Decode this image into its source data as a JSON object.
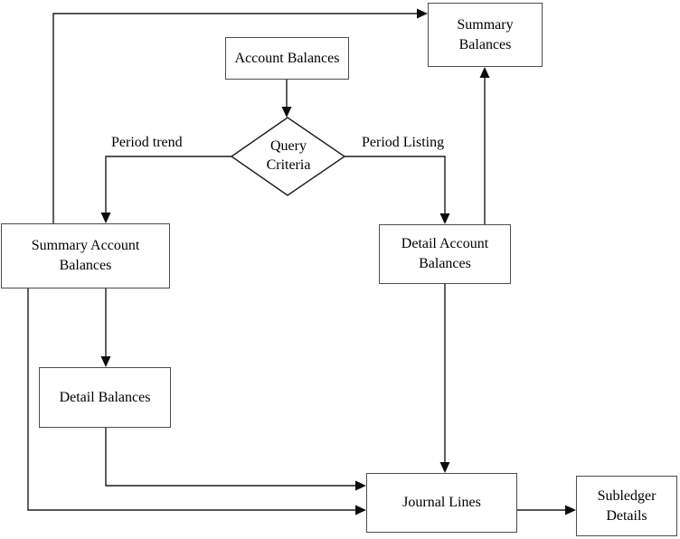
{
  "diagram": {
    "nodes": {
      "summary_balances": {
        "lines": [
          "Summary",
          "Balances"
        ]
      },
      "account_balances": {
        "lines": [
          "Account Balances"
        ]
      },
      "query_criteria": {
        "lines": [
          "Query",
          "Criteria"
        ]
      },
      "summary_account_balances": {
        "lines": [
          "Summary Account",
          "Balances"
        ]
      },
      "detail_account_balances": {
        "lines": [
          "Detail Account",
          "Balances"
        ]
      },
      "detail_balances": {
        "lines": [
          "Detail Balances"
        ]
      },
      "journal_lines": {
        "lines": [
          "Journal Lines"
        ]
      },
      "subledger_details": {
        "lines": [
          "Subledger",
          "Details"
        ]
      }
    },
    "edge_labels": {
      "period_trend": "Period trend",
      "period_listing": "Period Listing"
    },
    "edges": [
      {
        "from": "Account Balances",
        "to": "Query Criteria",
        "label": ""
      },
      {
        "from": "Query Criteria",
        "to": "Summary Account Balances",
        "label": "Period trend"
      },
      {
        "from": "Query Criteria",
        "to": "Detail Account Balances",
        "label": "Period Listing"
      },
      {
        "from": "Summary Account Balances",
        "to": "Summary Balances",
        "label": ""
      },
      {
        "from": "Detail Account Balances",
        "to": "Summary Balances",
        "label": ""
      },
      {
        "from": "Summary Account Balances",
        "to": "Detail Balances",
        "label": ""
      },
      {
        "from": "Summary Account Balances",
        "to": "Journal Lines",
        "label": ""
      },
      {
        "from": "Detail Balances",
        "to": "Journal Lines",
        "label": ""
      },
      {
        "from": "Detail Account Balances",
        "to": "Journal Lines",
        "label": ""
      },
      {
        "from": "Journal Lines",
        "to": "Subledger Details",
        "label": ""
      }
    ],
    "colors": {
      "background": "#ffffff",
      "box_border": "#4d4d4d",
      "connector": "#1c1c1c",
      "text": "#000000"
    }
  }
}
